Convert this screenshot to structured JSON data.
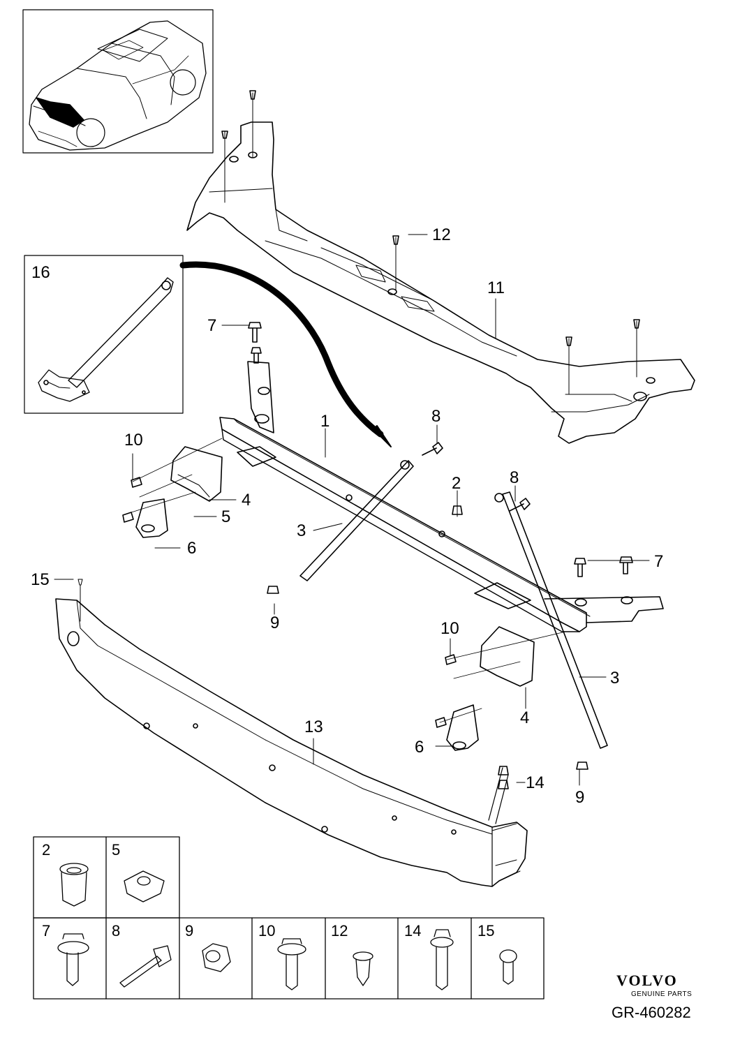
{
  "diagram": {
    "callouts": [
      {
        "id": "c1",
        "text": "1"
      },
      {
        "id": "c2",
        "text": "2"
      },
      {
        "id": "c3a",
        "text": "3"
      },
      {
        "id": "c3b",
        "text": "3"
      },
      {
        "id": "c4a",
        "text": "4"
      },
      {
        "id": "c4b",
        "text": "4"
      },
      {
        "id": "c5",
        "text": "5"
      },
      {
        "id": "c6a",
        "text": "6"
      },
      {
        "id": "c6b",
        "text": "6"
      },
      {
        "id": "c7a",
        "text": "7"
      },
      {
        "id": "c7b",
        "text": "7"
      },
      {
        "id": "c8a",
        "text": "8"
      },
      {
        "id": "c8b",
        "text": "8"
      },
      {
        "id": "c9a",
        "text": "9"
      },
      {
        "id": "c9b",
        "text": "9"
      },
      {
        "id": "c10a",
        "text": "10"
      },
      {
        "id": "c10b",
        "text": "10"
      },
      {
        "id": "c11",
        "text": "11"
      },
      {
        "id": "c12",
        "text": "12"
      },
      {
        "id": "c13",
        "text": "13"
      },
      {
        "id": "c14",
        "text": "14"
      },
      {
        "id": "c15",
        "text": "15"
      },
      {
        "id": "c16",
        "text": "16"
      }
    ],
    "fastener_cells": [
      "2",
      "5",
      "7",
      "8",
      "9",
      "10",
      "12",
      "14",
      "15"
    ]
  },
  "brand": {
    "name": "VOLVO",
    "subtitle": "GENUINE PARTS"
  },
  "diagram_code": "GR-460282"
}
